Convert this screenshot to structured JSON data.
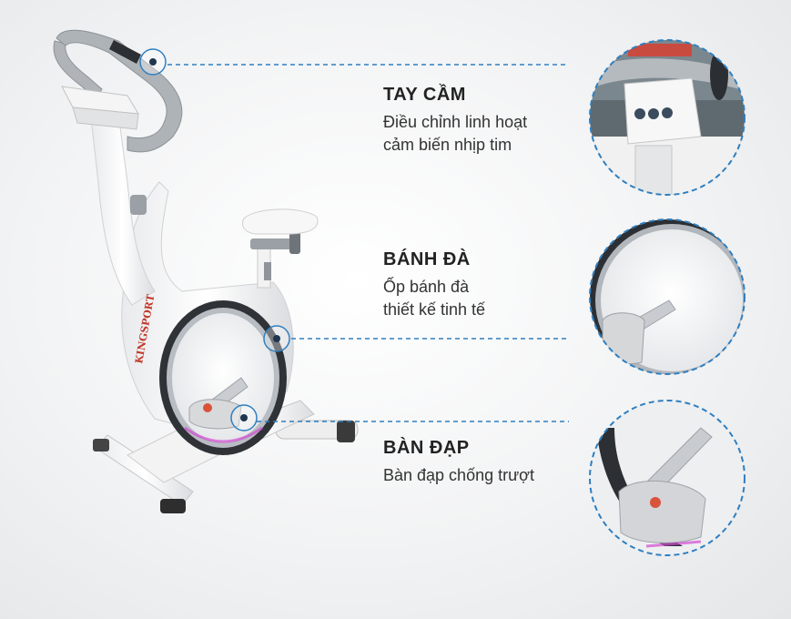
{
  "features": [
    {
      "title": "TAY CẦM",
      "lines": [
        "Điều chỉnh linh hoạt",
        "cảm biến nhịp tim"
      ]
    },
    {
      "title": "BÁNH ĐÀ",
      "lines": [
        "Ốp bánh đà",
        "thiết kế tinh tế"
      ]
    },
    {
      "title": "BÀN ĐẠP",
      "lines": [
        "Bàn đạp chống trượt"
      ]
    }
  ],
  "brand_logo_text": "KINGSPORT",
  "colors": {
    "accent_blue": "#2f7fc0",
    "frame_white": "#f5f5f5",
    "chrome": "#8a8f96",
    "dark_ring": "#2b2e33"
  }
}
